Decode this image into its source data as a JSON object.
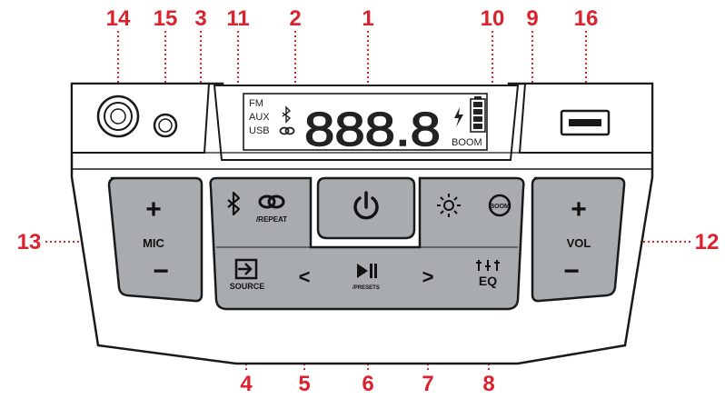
{
  "callouts": {
    "c1": "1",
    "c2": "2",
    "c3": "3",
    "c4": "4",
    "c5": "5",
    "c6": "6",
    "c7": "7",
    "c8": "8",
    "c9": "9",
    "c10": "10",
    "c11": "11",
    "c12": "12",
    "c13": "13",
    "c14": "14",
    "c15": "15",
    "c16": "16"
  },
  "display": {
    "fm": "FM",
    "aux": "AUX",
    "usb": "USB",
    "digits": "888.8",
    "boom": "BOOM"
  },
  "buttons": {
    "mic_plus": "+",
    "mic_label": "MIC",
    "mic_minus": "−",
    "vol_plus": "+",
    "vol_label": "VOL",
    "vol_minus": "−",
    "repeat_label": "/REPEAT",
    "source_label": "SOURCE",
    "presets_label": "/PRESETS",
    "eq_label": "EQ",
    "prev": "<",
    "next": ">"
  },
  "colors": {
    "callout": "#d9232e",
    "button_fill": "#a9acae",
    "panel_fill": "#ffffff",
    "outline": "#1a1a1a"
  },
  "icons": [
    "bluetooth-icon",
    "link-icon",
    "power-icon",
    "light-icon",
    "boom-icon",
    "source-icon",
    "play-pause-icon",
    "eq-icon",
    "usb-port-icon",
    "mic-jack-icon",
    "aux-jack-icon",
    "battery-icon",
    "charge-icon"
  ]
}
